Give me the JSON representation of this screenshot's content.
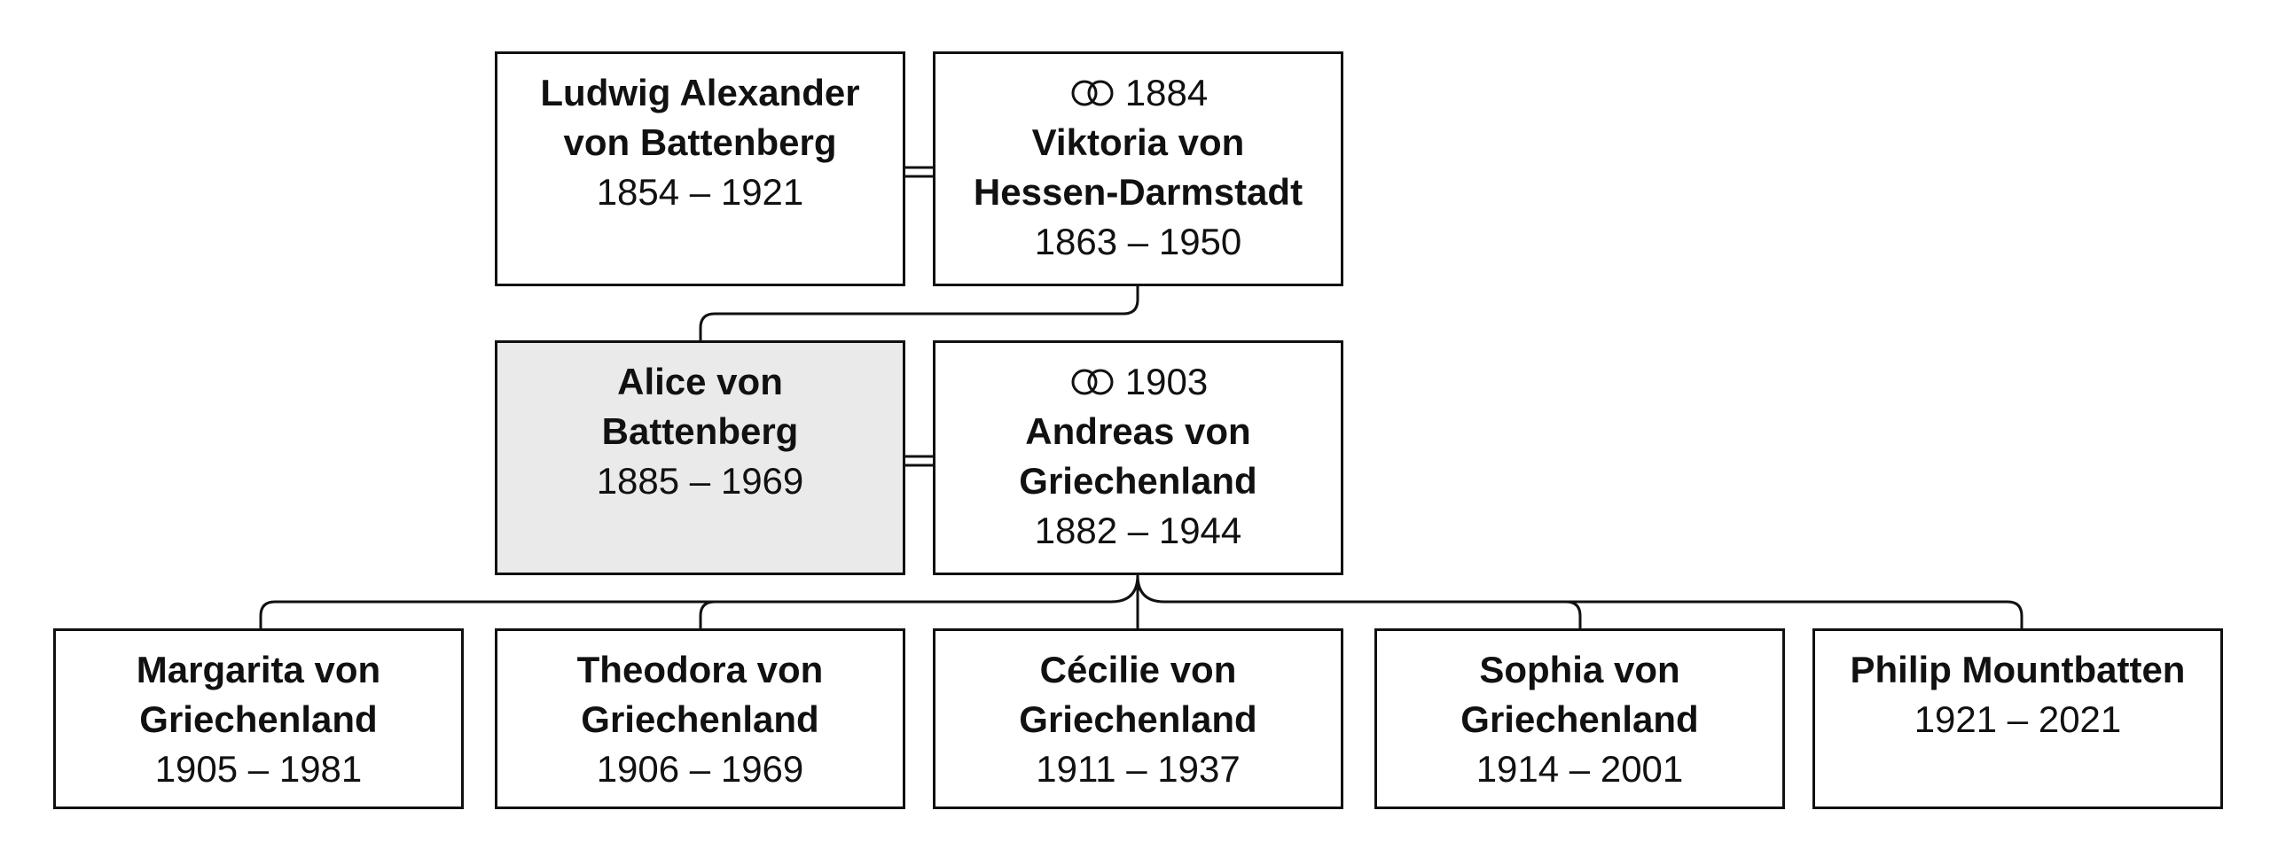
{
  "colors": {
    "border": "#111111",
    "highlight_fill": "#eaeaea",
    "text": "#111111"
  },
  "persons": {
    "ludwig": {
      "name_line1": "Ludwig Alexander",
      "name_line2": "von Battenberg",
      "years": "1854 – 1921"
    },
    "viktoria": {
      "marriage_year": "1884",
      "name_line1": "Viktoria von",
      "name_line2": "Hessen-Darmstadt",
      "years": "1863 – 1950"
    },
    "alice": {
      "name_line1": "Alice von",
      "name_line2": "Battenberg",
      "years": "1885 – 1969"
    },
    "andreas": {
      "marriage_year": "1903",
      "name_line1": "Andreas von",
      "name_line2": "Griechenland",
      "years": "1882 – 1944"
    },
    "margarita": {
      "name_line1": "Margarita von",
      "name_line2": "Griechenland",
      "years": "1905 – 1981"
    },
    "theodora": {
      "name_line1": "Theodora von",
      "name_line2": "Griechenland",
      "years": "1906 – 1969"
    },
    "cecilie": {
      "name_line1": "Cécilie von",
      "name_line2": "Griechenland",
      "years": "1911 – 1937"
    },
    "sophia": {
      "name_line1": "Sophia von",
      "name_line2": "Griechenland",
      "years": "1914 – 2001"
    },
    "philip": {
      "name_line1": "Philip Mountbatten",
      "years": "1921 – 2021"
    }
  },
  "icons": {
    "marriage": "interlocking-rings-icon"
  }
}
